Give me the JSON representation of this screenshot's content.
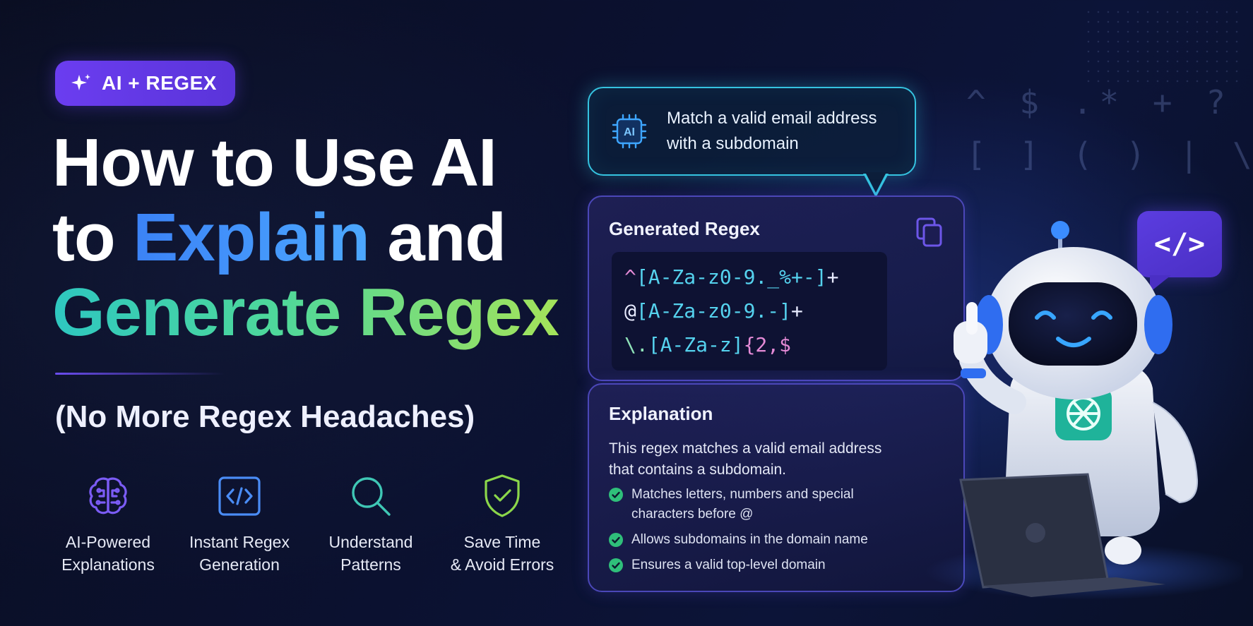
{
  "badge": {
    "label": "AI + REGEX",
    "icon": "sparkle-icon"
  },
  "headline": {
    "line1": "How to Use AI",
    "line2_prefix": "to ",
    "line2_highlight": "Explain",
    "line2_suffix": " and",
    "line3": "Generate Regex"
  },
  "subtitle": "(No More Regex Headaches)",
  "features": [
    {
      "label": "AI-Powered\nExplanations",
      "icon": "brain-icon"
    },
    {
      "label": "Instant Regex\nGeneration",
      "icon": "code-icon"
    },
    {
      "label": "Understand\nPatterns",
      "icon": "magnifier-icon"
    },
    {
      "label": "Save Time\n& Avoid Errors",
      "icon": "shield-check-icon"
    }
  ],
  "prompt": {
    "chip_label": "AI",
    "text": "Match a valid email address with a subdomain"
  },
  "generated": {
    "title": "Generated Regex",
    "line1": {
      "a": "^",
      "b": "[A-Za-z0-9._%+-]",
      "c": "+"
    },
    "line2": {
      "a": "@",
      "b": "[A-Za-z0-9.-]",
      "c": "+"
    },
    "line3": {
      "a": "\\.",
      "b": "[A-Za-z]",
      "c": "{2,$"
    }
  },
  "explanation": {
    "title": "Explanation",
    "body": "This regex matches a valid email address that contains a subdomain.",
    "bullets": [
      "Matches letters, numbers and special characters before @",
      "Allows subdomains in the domain name",
      "Ensures a valid top-level domain"
    ]
  },
  "decor": {
    "symbols_row1": "^ $ .* + ?",
    "symbols_row2": "[ ] ( ) | \\",
    "code_badge": "</>"
  },
  "colors": {
    "background": "#0b1130",
    "badge": "#6b3df0",
    "accent_blue": "#3b82f6",
    "accent_green": "#4fd89a",
    "accent_cyan": "#35c3e0",
    "check_green": "#2fbf7a"
  }
}
